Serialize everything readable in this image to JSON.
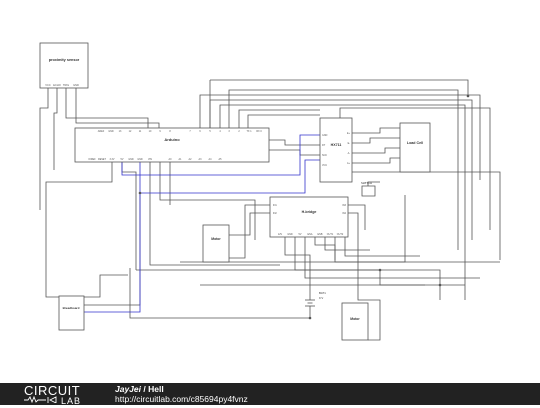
{
  "components": {
    "proximity": {
      "title": "proximity sensor",
      "pins": [
        "VCC",
        "ECHO",
        "TRIG",
        "GND"
      ]
    },
    "arduino": {
      "title": "Arduino",
      "top_pins": [
        "AREF",
        "GND",
        "13",
        "12",
        "11",
        "10",
        "9",
        "8",
        "7",
        "6",
        "5",
        "4",
        "3",
        "2",
        "TX 1",
        "RX 0"
      ],
      "bottom_pins": [
        "IOREF",
        "RESET",
        "3.3V",
        "5V",
        "GND",
        "GND",
        "VIN",
        "A0",
        "A1",
        "A2",
        "A3",
        "A4",
        "A5"
      ]
    },
    "hx711": {
      "title": "HX711",
      "left_pins": [
        "GND",
        "DT",
        "SCK",
        "VCC"
      ],
      "right_pins": [
        "E+",
        "E-",
        "A-",
        "A+"
      ]
    },
    "loadcell": {
      "title": "Load Cell"
    },
    "hbridge": {
      "title": "H-bridge",
      "left_pins": [
        "IN1",
        "IN2"
      ],
      "right_pins": [
        "IN3",
        "IN4"
      ],
      "bottom_pins": [
        "12V",
        "GND",
        "5V",
        "ENA",
        "ENB",
        "OUT1",
        "OUT2"
      ]
    },
    "motor_left": {
      "title": "Motor"
    },
    "motor_right": {
      "title": "Motor"
    },
    "breadboard": {
      "title": "Breadboard"
    },
    "switch": {
      "label": "SWITCH"
    },
    "battery": {
      "label": "BAT1",
      "value": "9 V"
    }
  },
  "footer": {
    "logo_top": "CIRCUIT",
    "logo_bottom": "LAB",
    "user": "JayJei",
    "separator": " / ",
    "project": "Hell",
    "url": "http://circuitlab.com/c85694py4fvnz"
  },
  "colors": {
    "wire": "#555555",
    "wire_blue": "#3333cc",
    "footer_bg": "#222222"
  }
}
